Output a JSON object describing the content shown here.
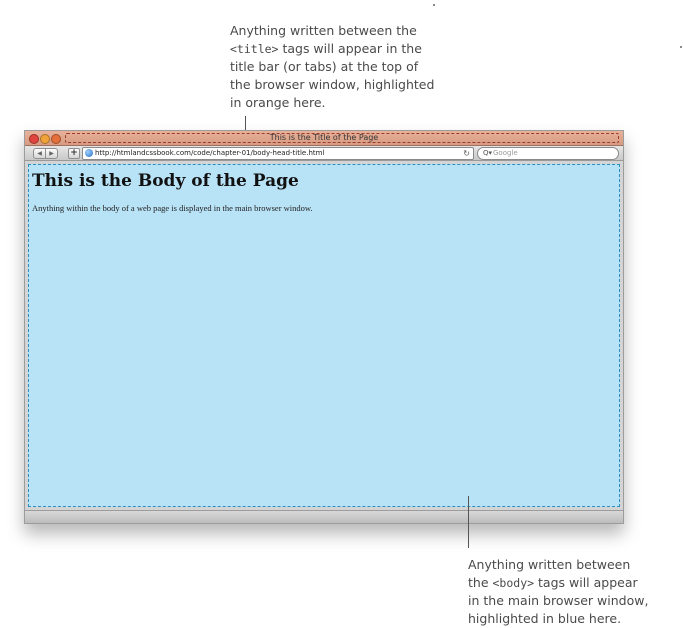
{
  "annotations": {
    "title_note": {
      "line1": "Anything written between the",
      "line2_tag": "<title>",
      "line2_rest": " tags will appear in the",
      "line3": "title bar (or tabs) at the top of",
      "line4": "the browser window, highlighted",
      "line5": "in orange here."
    },
    "body_note": {
      "line1": "Anything written between",
      "line2_prefix": "the ",
      "line2_tag": "<body>",
      "line2_rest": " tags will appear",
      "line3": "in the main browser window,",
      "line4": "highlighted in blue here."
    }
  },
  "browser": {
    "window_title": "This is the Title of the Page",
    "back_glyph": "◀",
    "forward_glyph": "▶",
    "add_glyph": "+",
    "address": "http://htmlandcssbook.com/code/chapter-01/body-head-title.html",
    "reload_glyph": "↻",
    "search_glyph": "Q▾",
    "search_placeholder": "Google"
  },
  "page": {
    "heading": "This is the Body of the Page",
    "paragraph": "Anything within the body of a web page is displayed in the main browser window."
  },
  "colors": {
    "title_highlight": "#d79a82",
    "body_highlight": "#b8e2f6"
  }
}
